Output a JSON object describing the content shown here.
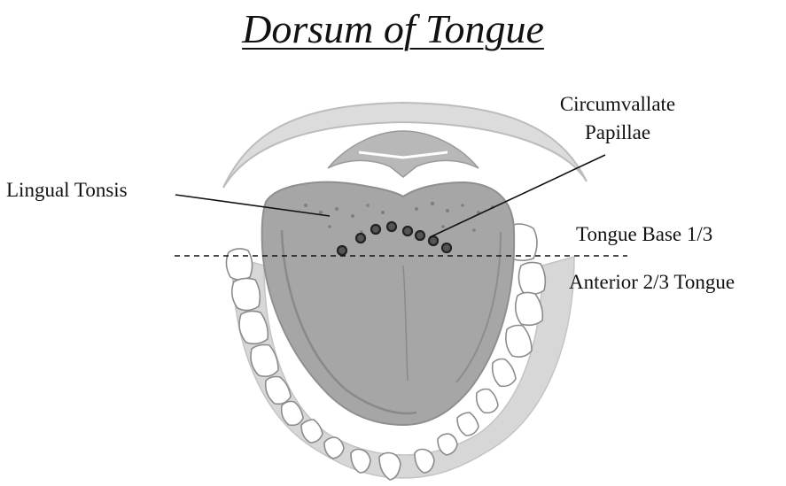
{
  "title": "Dorsum of Tongue",
  "labels": {
    "lingual_tonsis": "Lingual Tonsis",
    "circumvallate_line1": "Circumvallate",
    "circumvallate_line2": "Papillae",
    "tongue_base": "Tongue Base 1/3",
    "anterior": "Anterior 2/3 Tongue"
  }
}
